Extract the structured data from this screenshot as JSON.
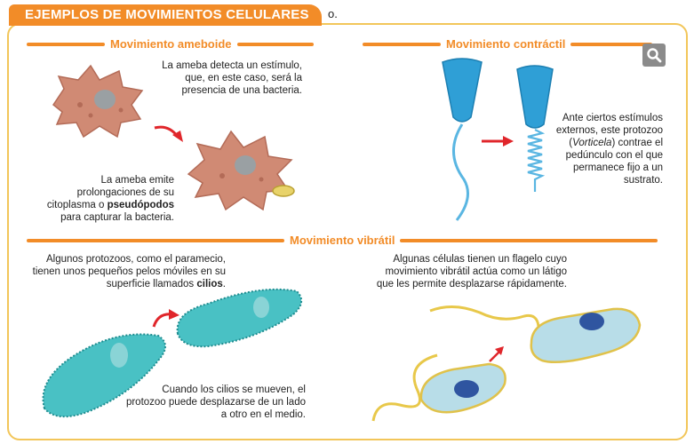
{
  "title": {
    "main": "EJEMPLOS DE MOVIMIENTOS CELULARES",
    "tail": "o."
  },
  "sections": {
    "ameboide": {
      "heading": "Movimiento ameboide",
      "text1": "La ameba detecta un estímulo, que, en este caso, será la presencia de una bacteria.",
      "text2_before": "La ameba emite prolongaciones de su citoplasma o ",
      "text2_bold": "pseudópodos",
      "text2_after": " para capturar la bacteria."
    },
    "contractil": {
      "heading": "Movimiento contráctil",
      "text_before": "Ante ciertos estímulos externos, este protozoo (",
      "text_italic": "Vorticela",
      "text_after": ") contrae el pedúnculo con el que permanece fijo a un sustrato."
    },
    "vibratil": {
      "heading": "Movimiento vibrátil",
      "text1_before": "Algunos protozoos, como el paramecio, tienen unos pequeños pelos móviles en su superficie llamados ",
      "text1_bold": "cilios",
      "text1_after": ".",
      "text2": "Cuando los cilios se mueven, el protozoo puede desplazarse de un lado a otro en el medio.",
      "text3": "Algunas células tienen un flagelo cuyo movimiento vibrátil actúa como un látigo que les permite desplazarse rápidamente."
    }
  },
  "icons": {
    "zoom": "search-icon"
  },
  "colors": {
    "accent": "#f28c28",
    "frame": "#f2c65a",
    "arrow": "#e0262b"
  }
}
